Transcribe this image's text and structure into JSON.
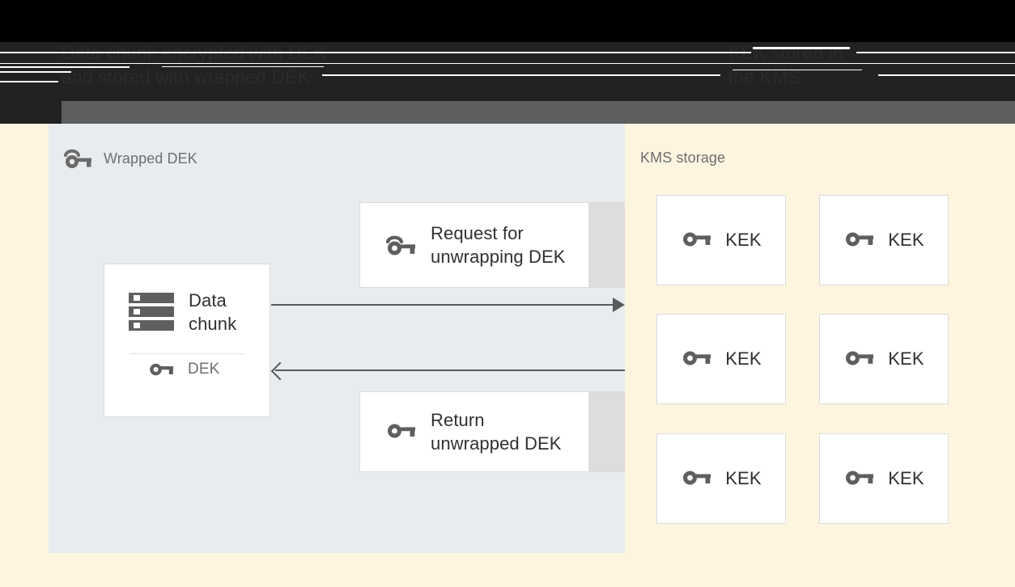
{
  "banner": {
    "title_left": "Data chunk encrypted with DEK\nand stored with wrapped DEK",
    "title_right": "KEK stored in\nthe KMS",
    "bg_black": "#000000",
    "bg_dark": "#222222",
    "bg_mid": "#5e5e5e",
    "text_color": "#2b2b2b"
  },
  "canvas": {
    "cream_bg": "#fdf5e0",
    "panel_bg": "#e8ecef",
    "card_bg": "#ffffff",
    "card_border": "#dcdcdc",
    "tail_bg": "#dddddd",
    "arrow_color": "#5a5a5a",
    "icon_color": "#5f5f5f"
  },
  "left_panel": {
    "label": "Wrapped DEK",
    "icon": "wrapped-key-icon",
    "data_chunk": {
      "title": "Data\nchunk",
      "icon": "server-stack-icon",
      "key_label": "DEK",
      "key_icon": "key-icon"
    },
    "messages": [
      {
        "id": "request",
        "text": "Request for\nunwrapping DEK",
        "icon": "wrapped-key-icon"
      },
      {
        "id": "return",
        "text": "Return\nunwrapped DEK",
        "icon": "key-icon"
      }
    ],
    "arrows": [
      {
        "id": "request-arrow",
        "direction": "right"
      },
      {
        "id": "return-arrow",
        "direction": "left"
      }
    ]
  },
  "right_panel": {
    "label": "KMS storage",
    "kek_boxes": [
      {
        "label": "KEK",
        "icon": "key-icon"
      },
      {
        "label": "KEK",
        "icon": "key-icon"
      },
      {
        "label": "KEK",
        "icon": "key-icon"
      },
      {
        "label": "KEK",
        "icon": "key-icon"
      },
      {
        "label": "KEK",
        "icon": "key-icon"
      },
      {
        "label": "KEK",
        "icon": "key-icon"
      }
    ]
  }
}
